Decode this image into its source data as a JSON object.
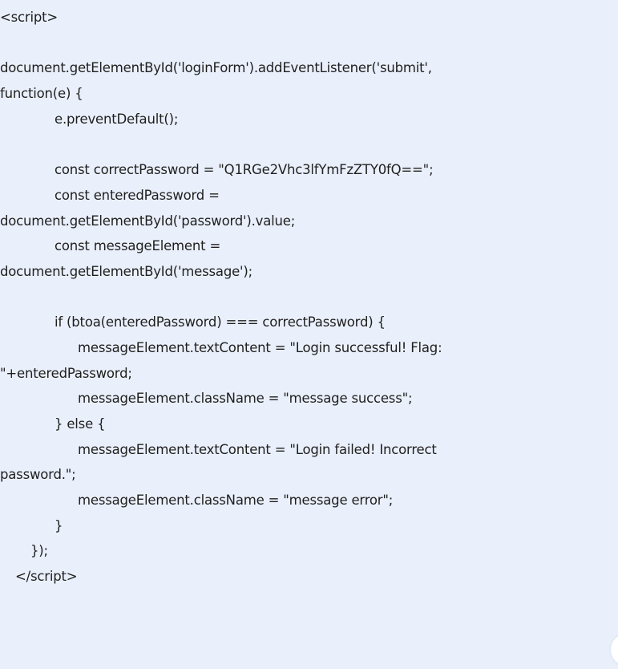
{
  "lines": [
    {
      "text": "<script>",
      "indent": 0
    },
    {
      "text": "",
      "indent": 0
    },
    {
      "text": "document.getElementById('loginForm').addEventListener('submit',",
      "indent": 0
    },
    {
      "text": "function(e) {",
      "indent": 0
    },
    {
      "text": "e.preventDefault();",
      "indent": 3
    },
    {
      "text": "",
      "indent": 0
    },
    {
      "text": "const correctPassword = \"Q1RGe2Vhc3lfYmFzZTY0fQ==\";",
      "indent": 3
    },
    {
      "text": "const enteredPassword =",
      "indent": 3
    },
    {
      "text": "document.getElementById('password').value;",
      "indent": 0
    },
    {
      "text": "const messageElement =",
      "indent": 3
    },
    {
      "text": "document.getElementById('message');",
      "indent": 0
    },
    {
      "text": "",
      "indent": 0
    },
    {
      "text": "if (btoa(enteredPassword) === correctPassword) {",
      "indent": 3
    },
    {
      "text": "messageElement.textContent = \"Login successful! Flag:",
      "indent": 4
    },
    {
      "text": "\"+enteredPassword;",
      "indent": 0
    },
    {
      "text": "messageElement.className = \"message success\";",
      "indent": 4
    },
    {
      "text": "} else {",
      "indent": 3
    },
    {
      "text": "messageElement.textContent = \"Login failed! Incorrect",
      "indent": 4
    },
    {
      "text": "password.\";",
      "indent": 0
    },
    {
      "text": "messageElement.className = \"message error\";",
      "indent": 4
    },
    {
      "text": "}",
      "indent": 3
    },
    {
      "text": "});",
      "indent": 2
    },
    {
      "text": "</script>",
      "indent": 1
    }
  ]
}
